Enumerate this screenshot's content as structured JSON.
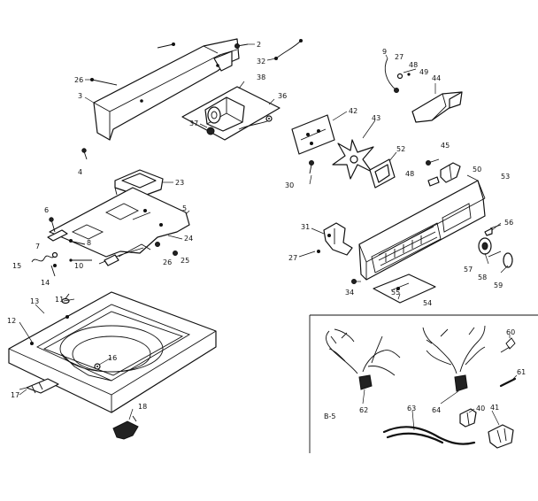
{
  "diagram": {
    "callouts": [
      {
        "id": "c-2",
        "text": "2"
      },
      {
        "id": "c-32",
        "text": "32"
      },
      {
        "id": "c-26-top",
        "text": "26"
      },
      {
        "id": "c-3",
        "text": "3"
      },
      {
        "id": "c-4-top",
        "text": "4"
      },
      {
        "id": "c-38",
        "text": "38"
      },
      {
        "id": "c-36",
        "text": "36"
      },
      {
        "id": "c-37",
        "text": "37"
      },
      {
        "id": "c-9",
        "text": "9"
      },
      {
        "id": "c-27-top",
        "text": "27"
      },
      {
        "id": "c-48-top",
        "text": "48"
      },
      {
        "id": "c-49",
        "text": "49"
      },
      {
        "id": "c-44",
        "text": "44"
      },
      {
        "id": "c-42",
        "text": "42"
      },
      {
        "id": "c-43",
        "text": "43"
      },
      {
        "id": "c-30",
        "text": "30"
      },
      {
        "id": "c-52",
        "text": "52"
      },
      {
        "id": "c-45",
        "text": "45"
      },
      {
        "id": "c-50",
        "text": "50"
      },
      {
        "id": "c-48-mid",
        "text": "48"
      },
      {
        "id": "c-53",
        "text": "53"
      },
      {
        "id": "c-23",
        "text": "23"
      },
      {
        "id": "c-6",
        "text": "6"
      },
      {
        "id": "c-5",
        "text": "5"
      },
      {
        "id": "c-7",
        "text": "7"
      },
      {
        "id": "c-8",
        "text": "8"
      },
      {
        "id": "c-24",
        "text": "24"
      },
      {
        "id": "c-15",
        "text": "15"
      },
      {
        "id": "c-10",
        "text": "10"
      },
      {
        "id": "c-26-mid",
        "text": "26"
      },
      {
        "id": "c-25",
        "text": "25"
      },
      {
        "id": "c-14",
        "text": "14"
      },
      {
        "id": "c-31",
        "text": "31"
      },
      {
        "id": "c-27-mid",
        "text": "27"
      },
      {
        "id": "c-56",
        "text": "56"
      },
      {
        "id": "c-57",
        "text": "57"
      },
      {
        "id": "c-58",
        "text": "58"
      },
      {
        "id": "c-59",
        "text": "59"
      },
      {
        "id": "c-34",
        "text": "34"
      },
      {
        "id": "c-55",
        "text": "55"
      },
      {
        "id": "c-54",
        "text": "54"
      },
      {
        "id": "c-11",
        "text": "11"
      },
      {
        "id": "c-13",
        "text": "13"
      },
      {
        "id": "c-12",
        "text": "12"
      },
      {
        "id": "c-16",
        "text": "16"
      },
      {
        "id": "c-17",
        "text": "17"
      },
      {
        "id": "c-18",
        "text": "18"
      },
      {
        "id": "c-60",
        "text": "60"
      },
      {
        "id": "c-61",
        "text": "61"
      },
      {
        "id": "c-62",
        "text": "62"
      },
      {
        "id": "c-64",
        "text": "64"
      },
      {
        "id": "c-63",
        "text": "63"
      },
      {
        "id": "c-40",
        "text": "40"
      },
      {
        "id": "c-41",
        "text": "41"
      },
      {
        "id": "c-b5",
        "text": "B-5"
      }
    ]
  }
}
